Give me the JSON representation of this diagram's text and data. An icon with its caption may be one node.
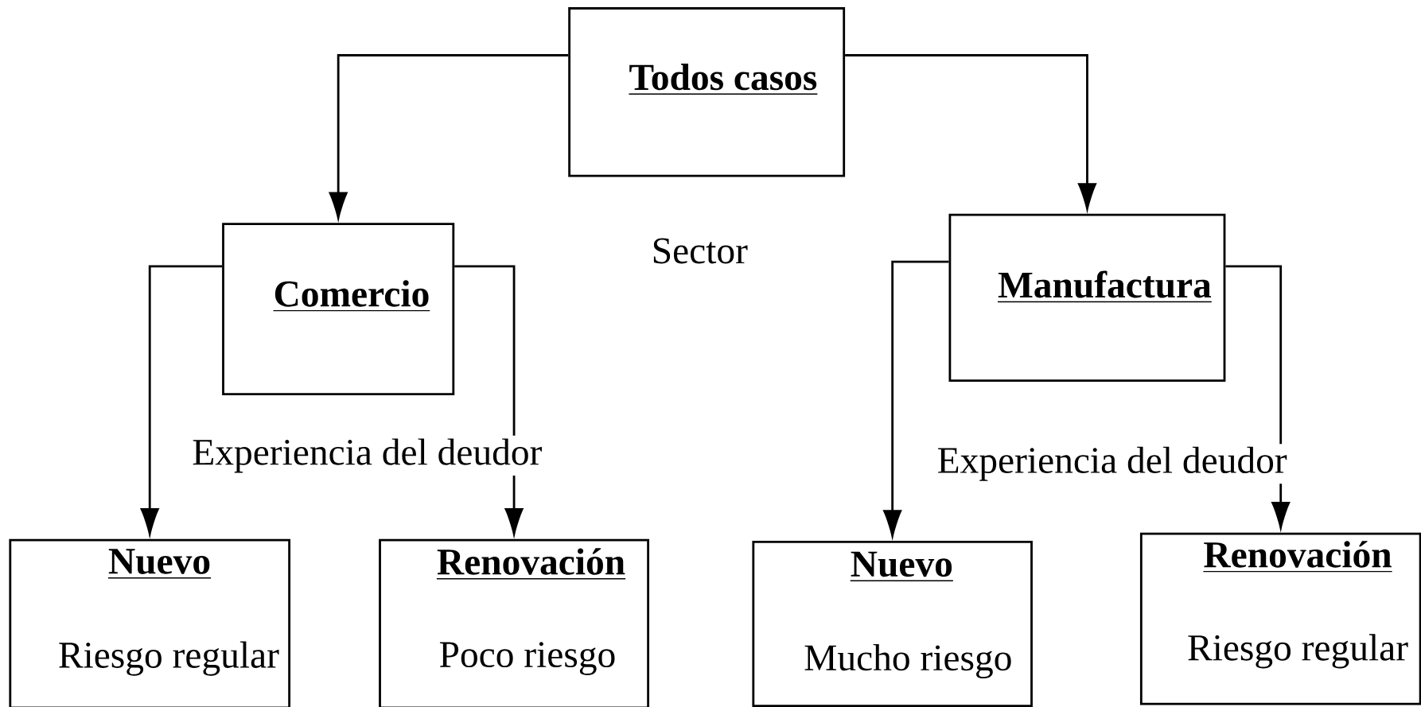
{
  "diagram": {
    "nodes": [
      {
        "text": [
          "Todos casos"
        ]
      },
      {
        "text": [
          "Comercio"
        ]
      },
      {
        "text": [
          "Manufactura"
        ]
      },
      {
        "text": [
          "Nuevo",
          "Riesgo regular"
        ]
      },
      {
        "text": [
          "Renovación",
          "Poco riesgo"
        ]
      },
      {
        "text": [
          "Nuevo",
          "Mucho riesgo"
        ]
      },
      {
        "text": [
          "Renovación",
          "Riesgo regular"
        ]
      }
    ],
    "edges": [
      {
        "from": 0,
        "to": 1,
        "arrow": "to"
      },
      {
        "from": 0,
        "to": 2,
        "arrow": "to"
      },
      {
        "from": 1,
        "to": 3,
        "arrow": "to"
      },
      {
        "from": 1,
        "to": 4,
        "arrow": "to"
      },
      {
        "from": 2,
        "to": 5,
        "arrow": "to"
      },
      {
        "from": 2,
        "to": 6,
        "arrow": "to"
      }
    ],
    "labels": [
      "Sector",
      "Experiencia del deudor",
      "Experiencia del deudor"
    ]
  }
}
